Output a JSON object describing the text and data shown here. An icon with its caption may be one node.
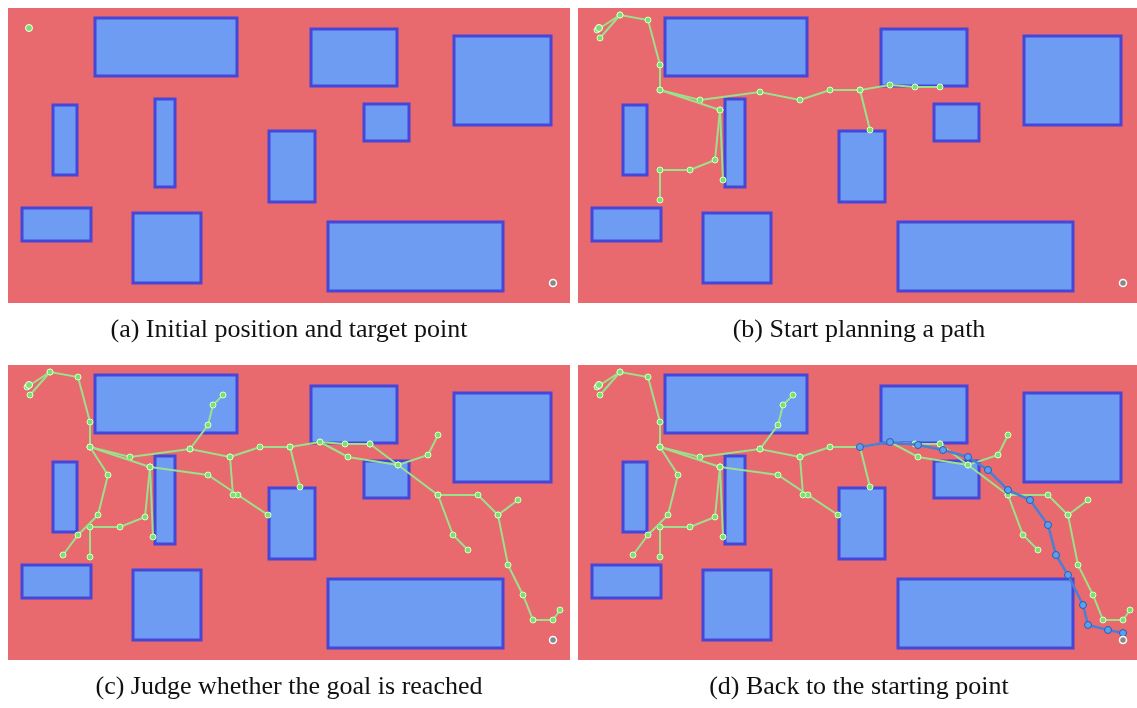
{
  "diagram": {
    "labels": [
      "(a) Initial position and target point",
      "(b) Start planning a path",
      "(c) Judge whether the goal is reached",
      "(d) Back to the starting point"
    ]
  }
}
